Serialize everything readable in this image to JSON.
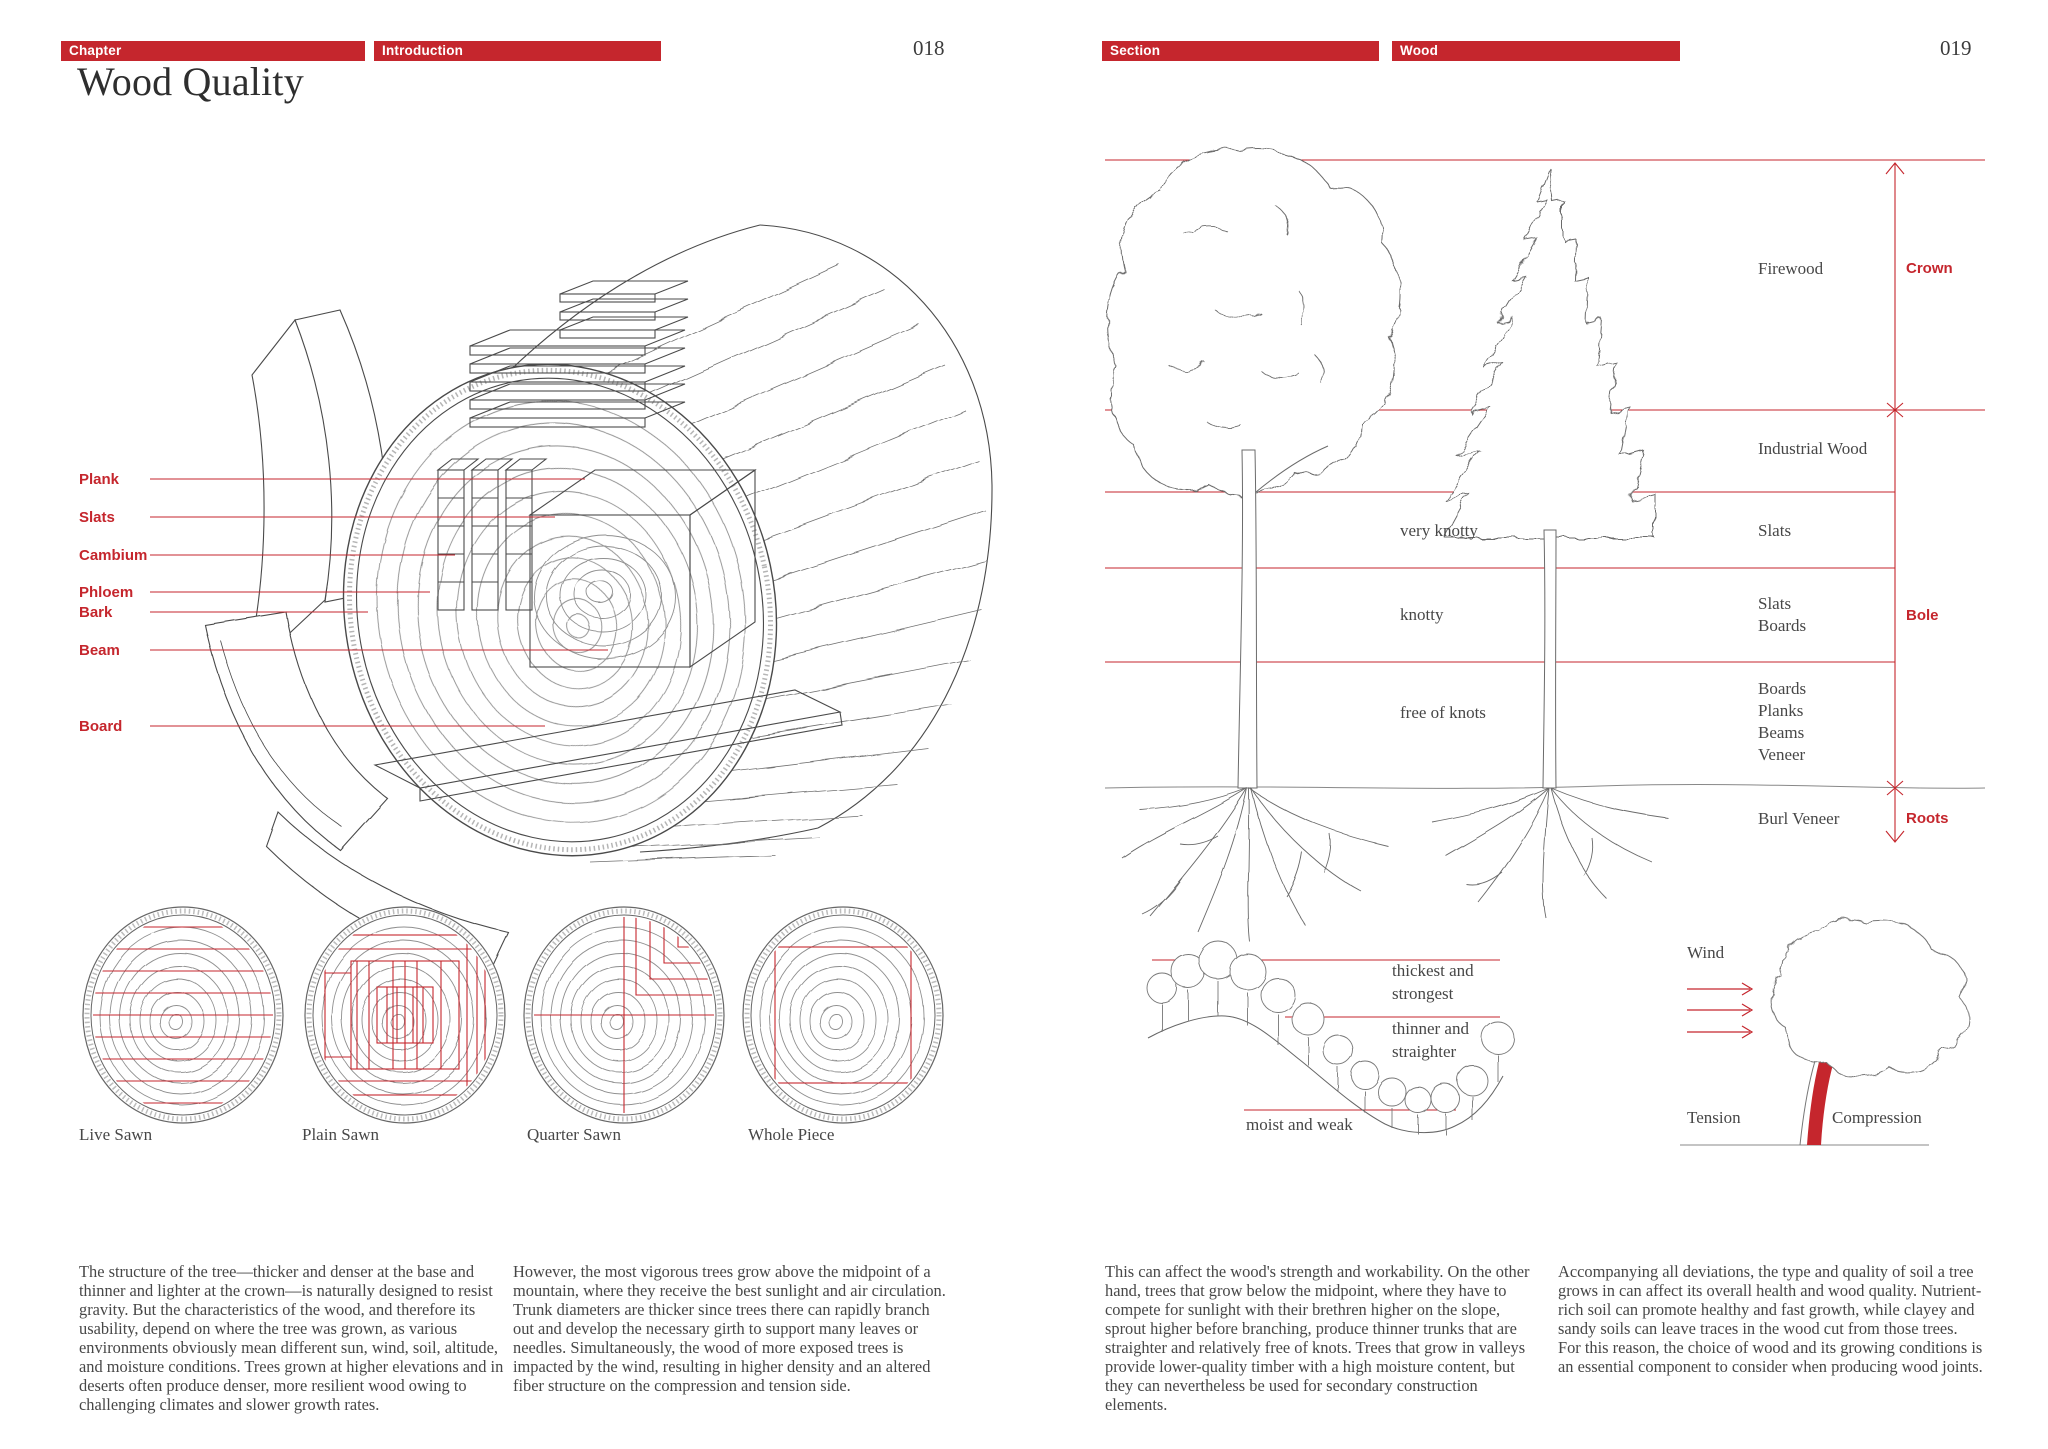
{
  "colors": {
    "accent_red": "#C5262D",
    "ink": "#474747",
    "line_gray": "#6b6b6b"
  },
  "left_page": {
    "tag_chapter": "Chapter",
    "tag_section": "Introduction",
    "page_number": "018",
    "title": "Wood Quality",
    "log_labels": [
      "Plank",
      "Slats",
      "Cambium",
      "Phloem",
      "Bark",
      "Beam",
      "Board"
    ],
    "sawn_labels": [
      "Live Sawn",
      "Plain Sawn",
      "Quarter Sawn",
      "Whole Piece"
    ],
    "body_col1": "The structure of the tree—thicker and denser at the base and thinner and lighter at the crown—is naturally designed to resist gravity. But the characteristics of the wood, and therefore its usability, depend on where the tree was grown, as various environments obviously mean different sun, wind, soil, altitude, and moisture conditions. Trees grown at higher elevations and in deserts often produce denser, more resilient wood owing to challenging climates and slower growth rates.",
    "body_col2": "However, the most vigorous trees grow above the midpoint of a mountain, where they receive the best sunlight and air circulation. Trunk diameters are thicker since trees there can rapidly branch out and develop the necessary girth to support many leaves or needles. Simultaneously, the wood of more exposed trees is impacted by the wind, resulting in higher density and an altered fiber structure on the compression and tension side."
  },
  "right_page": {
    "tag_section": "Section",
    "tag_topic": "Wood",
    "page_number": "019",
    "tree_diagram": {
      "knot_labels": [
        "very knotty",
        "knotty",
        "free of knots"
      ],
      "use_labels": [
        [
          "Firewood"
        ],
        [
          "Industrial Wood"
        ],
        [
          "Slats"
        ],
        [
          "Slats",
          "Boards"
        ],
        [
          "Boards",
          "Planks",
          "Beams",
          "Veneer"
        ],
        [
          "Burl Veneer"
        ]
      ],
      "zone_labels": [
        "Crown",
        "Bole",
        "Roots"
      ]
    },
    "hill_diagram": {
      "label_top_1": "thickest and",
      "label_top_2": "strongest",
      "label_mid_1": "thinner and",
      "label_mid_2": "straighter",
      "label_bottom": "moist and weak"
    },
    "wind_diagram": {
      "wind": "Wind",
      "tension": "Tension",
      "compression": "Compression"
    },
    "body_col1": "This can affect the wood's strength and workability. On the other hand, trees that grow below the midpoint, where they have to compete for sunlight with their brethren higher on the slope, sprout higher before branching, produce thinner trunks that are straighter and relatively free of knots. Trees that grow in valleys provide lower-quality timber with a high moisture content, but they can nevertheless be used for secondary construction elements.",
    "body_col2_p1": "Accompanying all deviations, the type and quality of soil a tree grows in can affect its overall health and wood quality. Nutrient-rich soil can promote healthy and fast growth, while clayey and sandy soils can leave traces in the wood cut from those trees.",
    "body_col2_p2": "For this reason, the choice of wood and its growing conditions is an essential component to consider when producing wood joints."
  }
}
